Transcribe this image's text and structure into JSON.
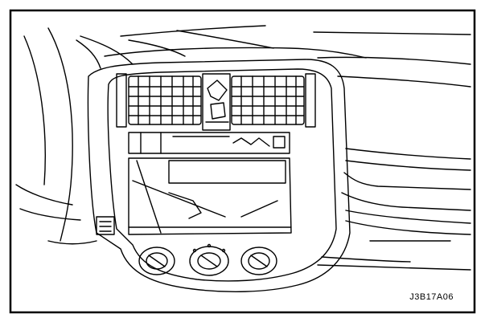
{
  "figure": {
    "code": "J3B17A06",
    "icons": [
      "dashboard-outline",
      "air-vent",
      "hazard-switch",
      "radio-opening",
      "climate-knob"
    ]
  },
  "colors": {
    "line": "#000000",
    "background": "#ffffff"
  }
}
